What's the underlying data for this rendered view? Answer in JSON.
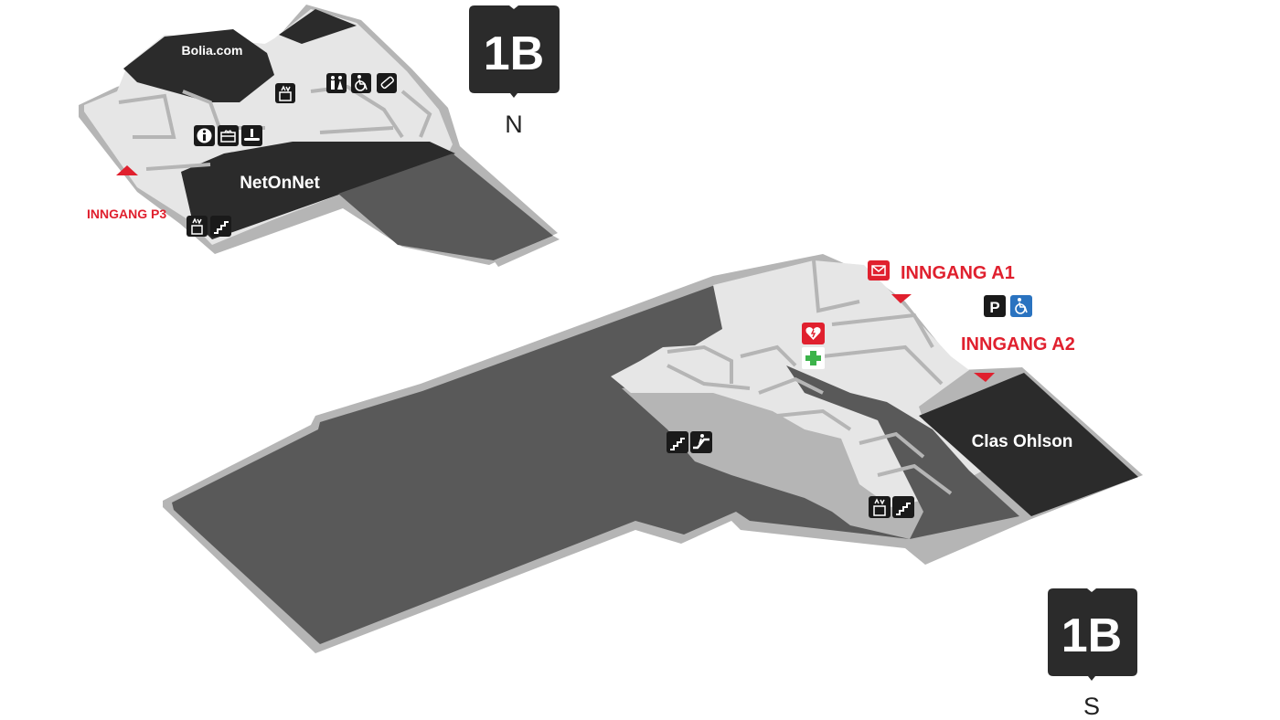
{
  "colors": {
    "floor_dark": "#595959",
    "store_dark": "#2b2b2b",
    "room_light": "#e6e6e6",
    "wall": "#b5b5b5",
    "entrance_red": "#e0202e",
    "icon_black": "#1a1a1a",
    "icon_blue": "#2a73c0",
    "first_aid_green": "#3cb34a"
  },
  "level_badges": [
    {
      "label": "1B",
      "direction": "N"
    },
    {
      "label": "1B",
      "direction": "S"
    }
  ],
  "stores": {
    "bolia": "Bolia.com",
    "netonnet": "NetOnNet",
    "clas_ohlson": "Clas Ohlson"
  },
  "entrances": {
    "p3": "INNGANG P3",
    "a1": "INNGANG A1",
    "a2": "INNGANG A2"
  },
  "icons": {
    "north_top": [
      "elevator-icon"
    ],
    "north_facilities": [
      "toilets-icon",
      "wheelchair-icon",
      "baby-bottle-icon"
    ],
    "north_center": [
      "information-icon",
      "gift-card-icon",
      "cloakroom-icon"
    ],
    "north_bottom": [
      "elevator-icon",
      "stairs-icon"
    ],
    "south_entrance": [
      "mail-icon"
    ],
    "south_parking": [
      "parking-icon",
      "accessible-parking-icon"
    ],
    "south_center": [
      "defibrillator-icon",
      "first-aid-icon"
    ],
    "south_mid": [
      "stairs-icon",
      "escalator-icon"
    ],
    "south_bottom": [
      "elevator-icon",
      "stairs-icon"
    ]
  }
}
